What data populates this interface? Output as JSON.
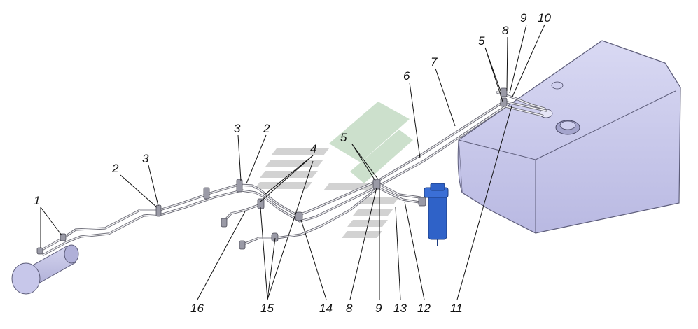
{
  "diagram": {
    "callouts": [
      "1",
      "2",
      "3",
      "2",
      "3",
      "4",
      "5",
      "6",
      "7",
      "5",
      "8",
      "9",
      "10",
      "16",
      "15",
      "14",
      "8",
      "9",
      "13",
      "12",
      "11"
    ]
  },
  "colors": {
    "tank_fill": "#c9c9ec",
    "tank_edge": "#5d5d7a",
    "filter_blue": "#2f62c8",
    "pipe": "#6e6e78",
    "watermark_green": "#bcd6bc",
    "watermark_gray": "#c4c4c4"
  }
}
